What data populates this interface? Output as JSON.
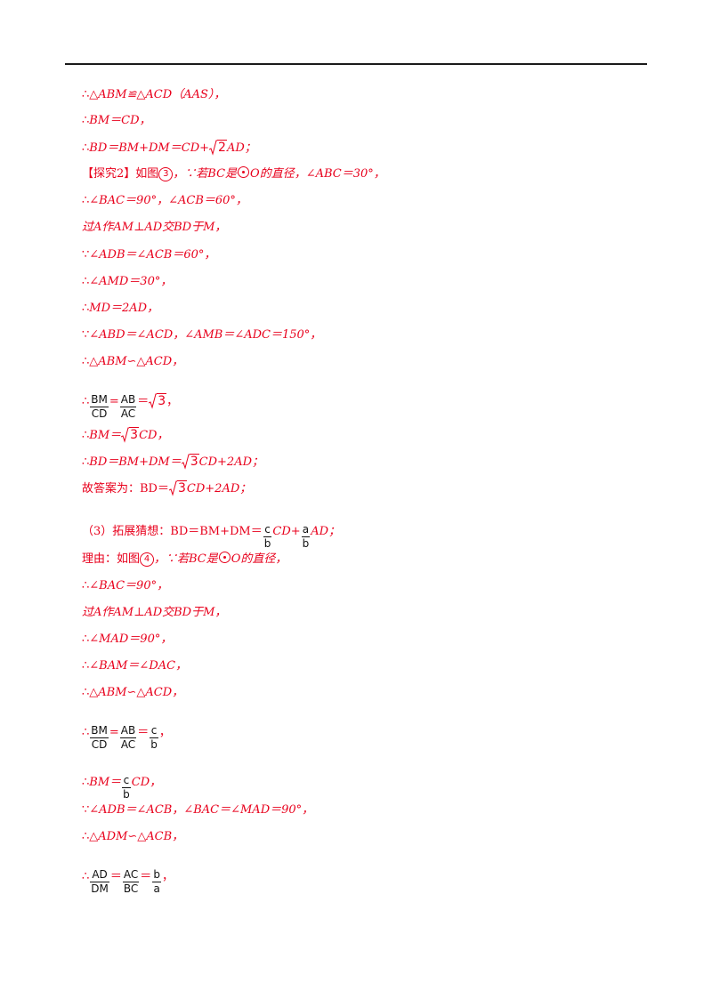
{
  "lines": {
    "l1": {
      "therefore": "∴",
      "text": "△ABM≌△ACD（AAS），"
    },
    "l2": {
      "therefore": "∴",
      "text": "BM＝CD，"
    },
    "l3": {
      "therefore": "∴",
      "pre": "BD＝BM+DM＝CD+",
      "rad": "2",
      "post": "AD；"
    },
    "l4": {
      "pre": "【探究2】如图",
      "circ": "3",
      "mid": "，∵若BC是",
      "post": "O的直径，∠ABC＝30°，"
    },
    "l5": {
      "therefore": "∴",
      "text": "∠BAC＝90°，∠ACB＝60°，"
    },
    "l6": {
      "text": "过A作AM⊥AD交BD于M，"
    },
    "l7": {
      "because": "∵",
      "text": "∠ADB＝∠ACB＝60°，"
    },
    "l8": {
      "therefore": "∴",
      "text": "∠AMD＝30°，"
    },
    "l9": {
      "therefore": "∴",
      "text": "MD＝2AD，"
    },
    "l10": {
      "because": "∵",
      "text": "∠ABD＝∠ACD，∠AMB＝∠ADC＝150°，"
    },
    "l11": {
      "therefore": "∴",
      "text": "△ABM∽△ACD，"
    },
    "l12": {
      "therefore": "∴",
      "f1n": "BM",
      "f1d": "CD",
      "eq": "=",
      "f2n": "AB",
      "f2d": "AC",
      "eq2": "＝",
      "rad": "3",
      "post": "，"
    },
    "l13": {
      "therefore": "∴",
      "pre": "BM＝",
      "rad": "3",
      "post": "CD，"
    },
    "l14": {
      "therefore": "∴",
      "pre": "BD＝BM+DM＝",
      "rad": "3",
      "post": "CD+2AD；"
    },
    "l15": {
      "pre": "故答案为：BD＝",
      "rad": "3",
      "post": "CD+2AD；"
    },
    "l16": {
      "pre": "（3）拓展猜想：BD＝BM+DM＝",
      "f1n": "c",
      "f1d": "b",
      "mid": "CD+",
      "f2n": "a",
      "f2d": "b",
      "post": "AD；"
    },
    "l17": {
      "pre": "理由：如图",
      "circ": "4",
      "mid": "，∵若BC是",
      "post": "O的直径，"
    },
    "l18": {
      "therefore": "∴",
      "text": "∠BAC＝90°，"
    },
    "l19": {
      "text": "过A作AM⊥AD交BD于M，"
    },
    "l20": {
      "therefore": "∴",
      "text": "∠MAD＝90°，"
    },
    "l21": {
      "therefore": "∴",
      "text": "∠BAM＝∠DAC，"
    },
    "l22": {
      "therefore": "∴",
      "text": "△ABM∽△ACD，"
    },
    "l23": {
      "therefore": "∴",
      "f1n": "BM",
      "f1d": "CD",
      "eq": "=",
      "f2n": "AB",
      "f2d": "AC",
      "eq2": "＝",
      "f3n": "c",
      "f3d": "b",
      "post": "，"
    },
    "l24": {
      "therefore": "∴",
      "pre": "BM＝",
      "f1n": "c",
      "f1d": "b",
      "post": "CD，"
    },
    "l25": {
      "because": "∵",
      "text": "∠ADB＝∠ACB，∠BAC＝∠MAD＝90°，"
    },
    "l26": {
      "therefore": "∴",
      "text": "△ADM∽△ACB，"
    },
    "l27": {
      "therefore": "∴",
      "f1n": "AD",
      "f1d": "DM",
      "eq": "＝",
      "f2n": "AC",
      "f2d": "BC",
      "eq2": "＝",
      "f3n": "b",
      "f3d": "a",
      "post": "，"
    }
  },
  "colors": {
    "text": "#e8001c",
    "fraction_black": "#111111",
    "rule": "#1a1a1a"
  }
}
